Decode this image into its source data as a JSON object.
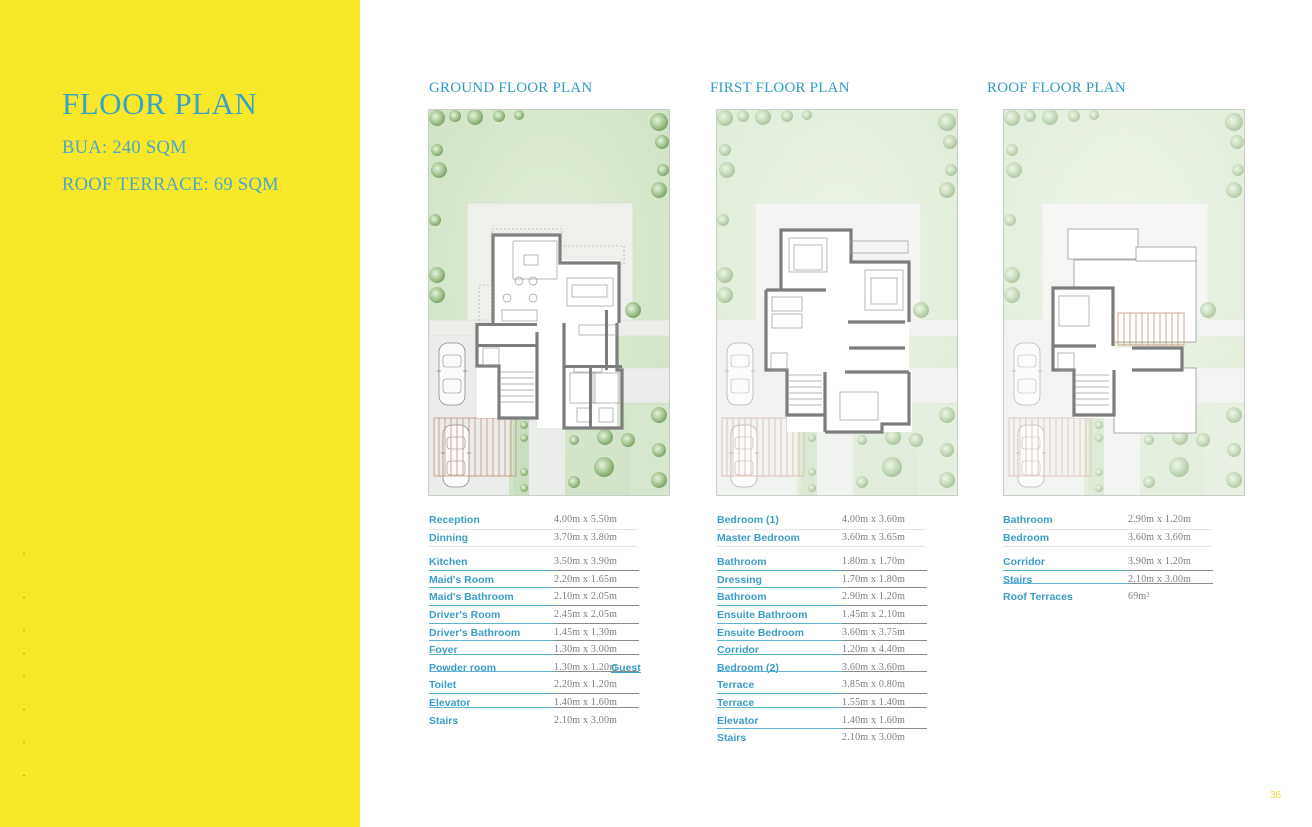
{
  "sidebar": {
    "background": "#f9e82a",
    "title": "FLOOR PLAN",
    "bua": "BUA: 240  SQM",
    "roof_terrace": "ROOF TERRACE: 69  SQM"
  },
  "colors": {
    "accent_blue": "#3aa4c8",
    "sidebar_yellow": "#f9e82a",
    "dimension_gray": "#7c7c7c",
    "page_number": "#f3d93b"
  },
  "plans": [
    {
      "title": "GROUND FLOOR PLAN",
      "image_label": "ground-floor-plan-drawing",
      "rooms": [
        {
          "name": "Reception",
          "dim": "4.00m x 5.50m",
          "style": "light"
        },
        {
          "name": "Dinning",
          "dim": "3.70m x 3.80m",
          "style": "light",
          "gap_after": true
        },
        {
          "name": "Kitchen",
          "dim": "3.50m x 3.90m",
          "style": "under"
        },
        {
          "name": "Maid's Room",
          "dim": "2.20m x 1.65m",
          "style": "under"
        },
        {
          "name": "Maid's Bathroom",
          "dim": "2.10m x 2.05m",
          "style": "under"
        },
        {
          "name": "Driver's Room",
          "dim": "2.45m x 2.05m",
          "style": "under"
        },
        {
          "name": "Driver's Bathroom",
          "dim": "1.45m x 1.30m",
          "style": "under"
        },
        {
          "name": "Foyer",
          "dim": "1.30m x 3.00m",
          "style": "strike"
        },
        {
          "name": "Powder room",
          "dim": "1.30m x 1.20m",
          "extra": "Guest",
          "style": "strike"
        },
        {
          "name": "Toilet",
          "dim": "2.20m x 1.20m",
          "style": "under"
        },
        {
          "name": "Elevator",
          "dim": "1.40m x 1.60m",
          "style": "strike"
        },
        {
          "name": "Stairs",
          "dim": "2.10m x 3.00m",
          "style": "none"
        }
      ]
    },
    {
      "title": "FIRST FLOOR PLAN",
      "image_label": "first-floor-plan-drawing",
      "rooms": [
        {
          "name": "Bedroom (1)",
          "dim": "4.00m x 3.60m",
          "style": "light"
        },
        {
          "name": "Master Bedroom",
          "dim": "3.60m x 3.65m",
          "style": "light",
          "gap_after": true
        },
        {
          "name": "Bathroom",
          "dim": "1.80m x 1.70m",
          "style": "under"
        },
        {
          "name": "Dressing",
          "dim": "1.70m x 1.80m",
          "style": "under"
        },
        {
          "name": "Bathroom",
          "dim": "2.90m        x 1.20m",
          "style": "under"
        },
        {
          "name": "Ensuite Bathroom",
          "dim": "1.45m        x 2.10m",
          "style": "under"
        },
        {
          "name": "Ensuite Bedroom",
          "dim": "3.60m        x 3.75m",
          "style": "under"
        },
        {
          "name": "Corridor",
          "dim": "1.20m x 4.40m",
          "style": "strike"
        },
        {
          "name": "Bedroom (2)",
          "dim": "3.60m x 3.60m",
          "style": "strike"
        },
        {
          "name": "Terrace",
          "dim": "3.85m x 0.80m",
          "style": "under"
        },
        {
          "name": "Terrace",
          "dim": "1.55m x 1.40m",
          "style": "strike"
        },
        {
          "name": "Elevator",
          "dim": "1.40m x 1.60m",
          "style": "under"
        },
        {
          "name": "Stairs",
          "dim": "2.10m x 3.00m",
          "style": "none"
        }
      ]
    },
    {
      "title": "ROOF FLOOR PLAN",
      "image_label": "roof-floor-plan-drawing",
      "rooms": [
        {
          "name": "Bathroom",
          "dim": "2.90m x 1.20m",
          "style": "light"
        },
        {
          "name": "Bedroom",
          "dim": "3.60m x 3.60m",
          "style": "light",
          "gap_after": true
        },
        {
          "name": "Corridor",
          "dim": "3.90m x 1.20m",
          "style": "under"
        },
        {
          "name": "Stairs",
          "dim": "2.10m x 3.00m",
          "style": "strike"
        },
        {
          "name": "Roof Terraces",
          "dim": "69m²",
          "style": "none"
        }
      ]
    }
  ],
  "footer": {
    "page_number": "36"
  }
}
